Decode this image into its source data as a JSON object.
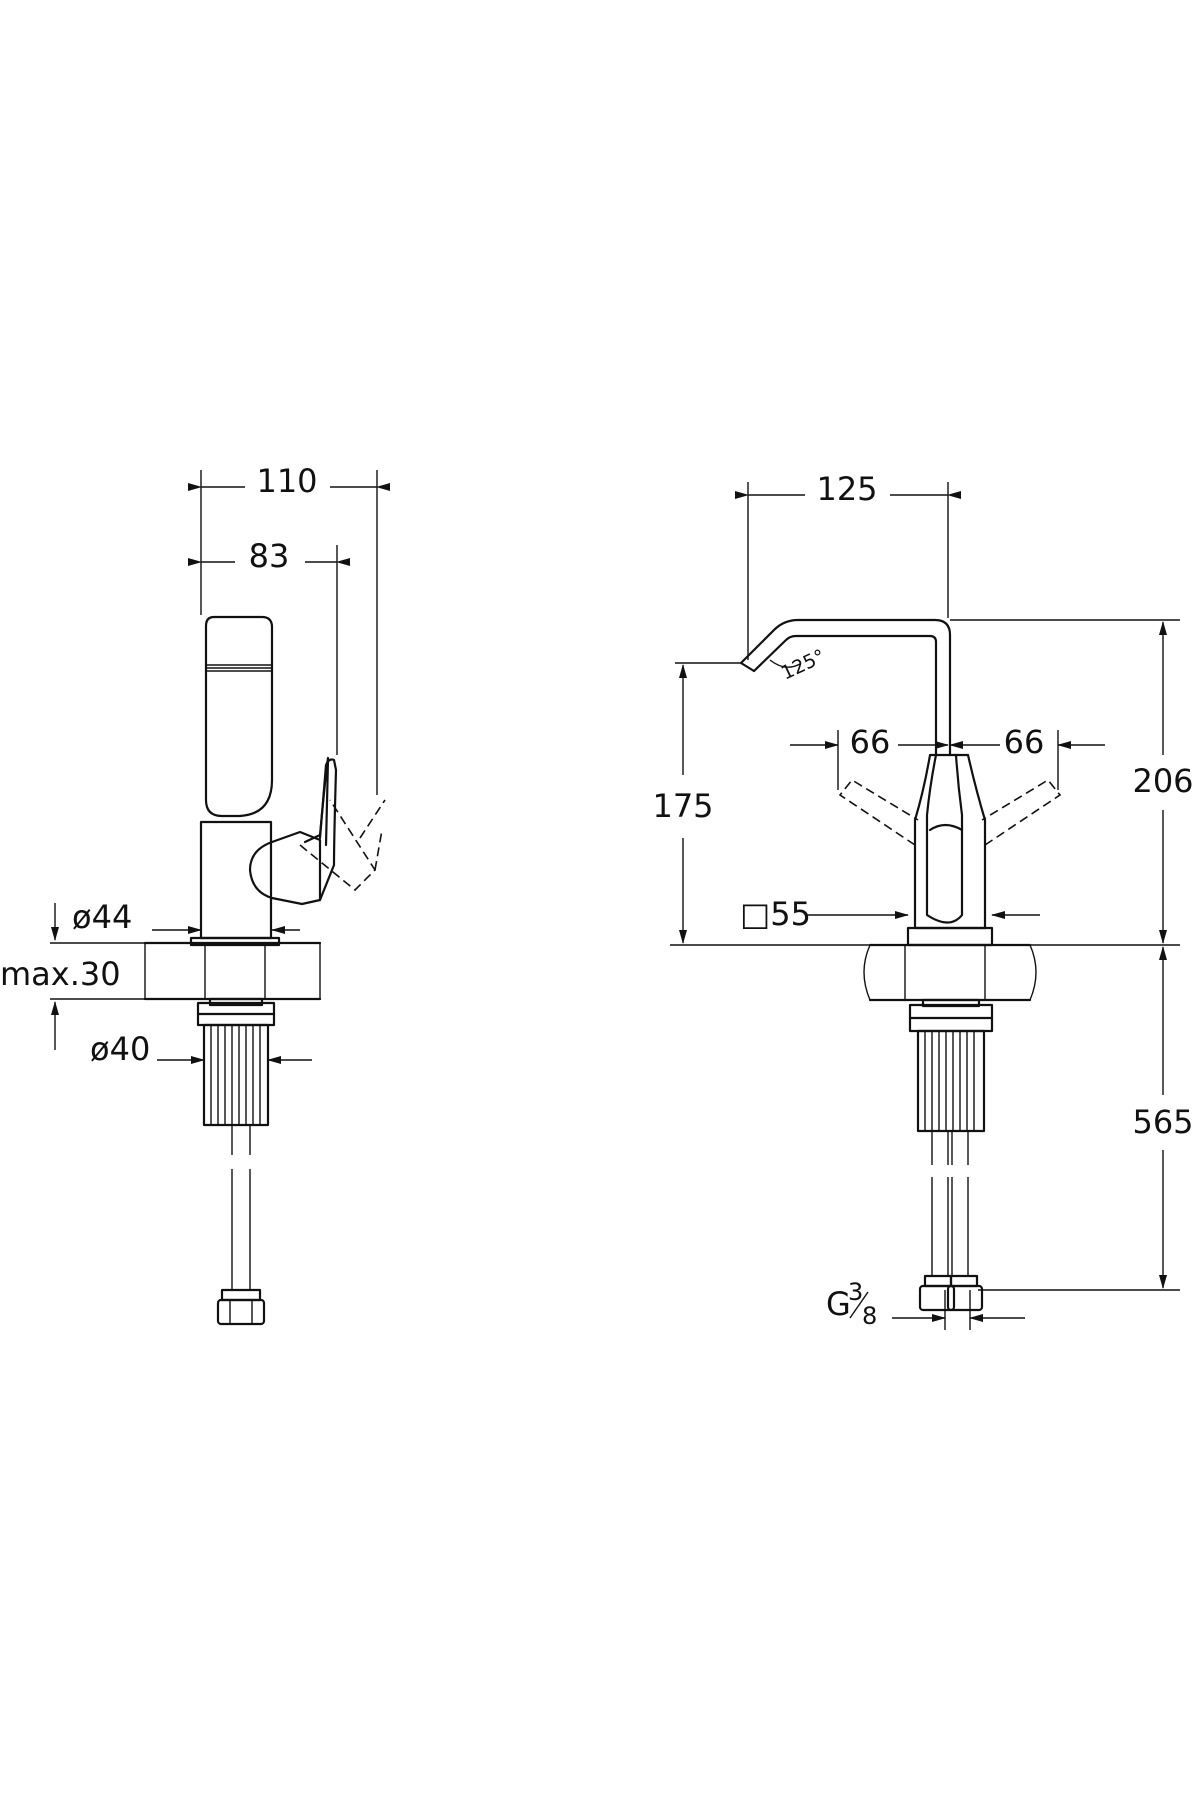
{
  "side_view": {
    "width_total": "110",
    "width_lever": "83",
    "body_diameter": "ø44",
    "counter_thickness": "max.30",
    "shank_diameter": "ø40"
  },
  "front_view": {
    "spout_reach": "125",
    "spout_angle": "125°",
    "lever_left": "66",
    "lever_right": "66",
    "outlet_height": "175",
    "total_height": "206",
    "base_square": "□55",
    "hose_length": "565",
    "thread_g": "G",
    "thread_num": "3",
    "thread_den": "8"
  }
}
